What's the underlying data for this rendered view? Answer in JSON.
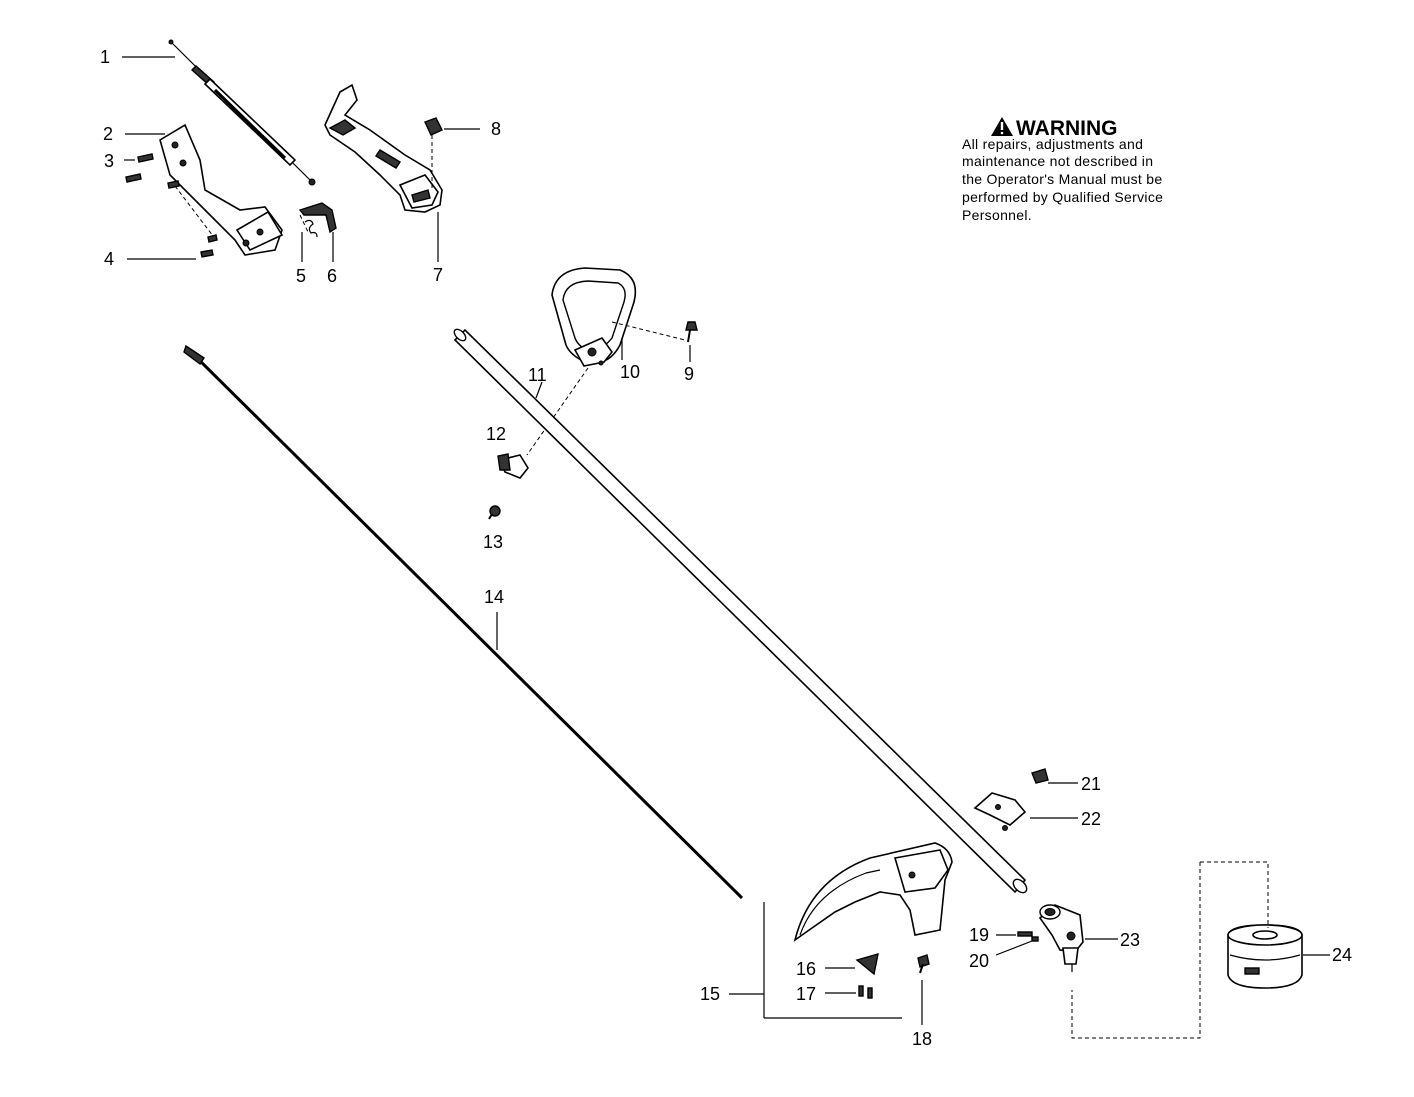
{
  "warning": {
    "title": "WARNING",
    "lines": [
      "All repairs, adjustments and",
      "maintenance not described in",
      "the Operator's Manual must be",
      "performed by Qualified Service",
      "Personnel."
    ]
  },
  "callouts": [
    "1",
    "2",
    "3",
    "4",
    "5",
    "6",
    "7",
    "8",
    "9",
    "10",
    "11",
    "12",
    "13",
    "14",
    "15",
    "16",
    "17",
    "18",
    "19",
    "20",
    "21",
    "22",
    "23",
    "24"
  ]
}
